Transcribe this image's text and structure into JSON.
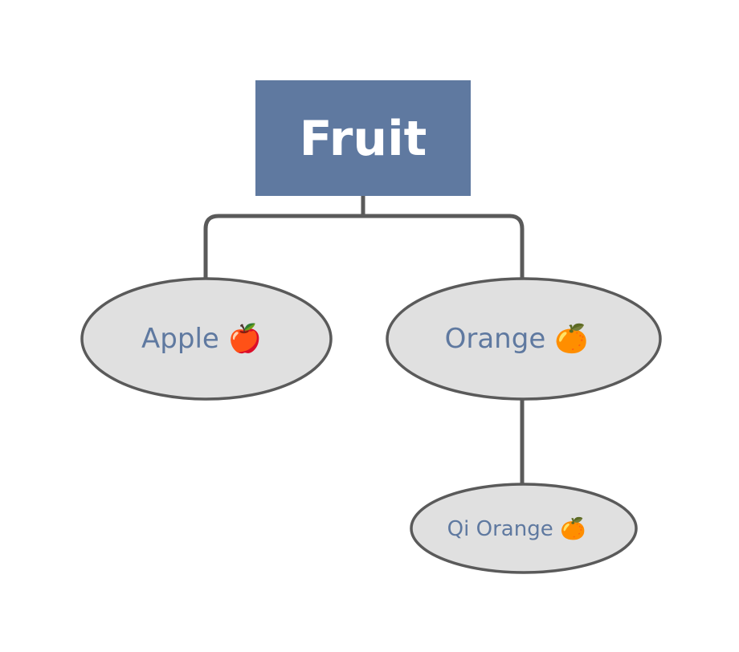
{
  "diagram": {
    "root": {
      "label": "Fruit",
      "box_color": "#5f79a0",
      "text_color": "#ffffff"
    },
    "children": [
      {
        "label": "Apple 🍎"
      },
      {
        "label": "Orange 🍊"
      }
    ],
    "grandchildren": [
      {
        "label": "Qi Orange 🍊"
      }
    ],
    "node_fill": "#e0e0e0",
    "node_stroke": "#5a5a5a",
    "node_text_color": "#5f79a0",
    "connector_color": "#5a5a5a"
  }
}
